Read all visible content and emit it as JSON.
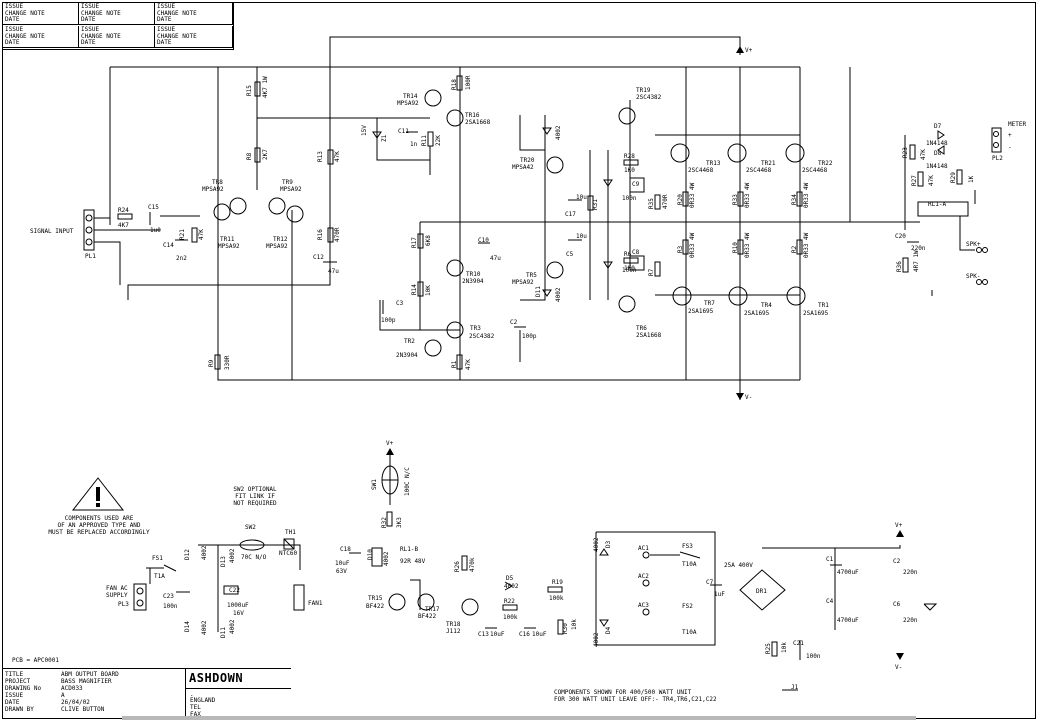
{
  "issue_table": [
    [
      "ISSUE",
      "CHANGE NOTE",
      "DATE"
    ],
    [
      "ISSUE",
      "CHANGE NOTE",
      "DATE"
    ],
    [
      "ISSUE",
      "CHANGE NOTE",
      "DATE"
    ],
    [
      "ISSUE",
      "CHANGE NOTE",
      "DATE"
    ],
    [
      "ISSUE",
      "CHANGE NOTE",
      "DATE"
    ],
    [
      "ISSUE",
      "CHANGE NOTE",
      "DATE"
    ]
  ],
  "title_block": {
    "labels": [
      "TITLE",
      "PROJECT",
      "DRAWING No",
      "ISSUE",
      "DATE",
      "DRAWN BY"
    ],
    "values": [
      "ABM OUTPUT BOARD",
      "BASS MAGNIFIER",
      "ACD033",
      "A",
      "26/04/02",
      "CLIVE BUTTON"
    ],
    "brand": "ASHDOWN",
    "address": [
      "ENGLAND",
      "TEL",
      "FAX"
    ]
  },
  "pcb": "PCB = APC0001",
  "warning": [
    "COMPONENTS USED ARE",
    "OF AN APPROVED TYPE AND",
    "MUST BE REPLACED ACCORDINGLY"
  ],
  "sw2_note": [
    "SW2 OPTIONAL",
    "FIT LINK IF",
    "NOT REQUIRED"
  ],
  "bottom_note": [
    "COMPONENTS SHOWN FOR 400/500 WATT UNIT",
    "FOR 300 WATT UNIT LEAVE OFF:- TR4,TR6,C21,C22"
  ],
  "labels": {
    "signal_input": "SIGNAL INPUT",
    "meter": "METER",
    "v_plus": "V+",
    "v_minus": "V-",
    "spk_plus": "SPK+",
    "spk_minus": "SPK-",
    "pl1": "PL1",
    "pl2": "PL2",
    "pl3": "PL3",
    "fan1": "FAN1",
    "fan_ac": "FAN AC",
    "supply": "SUPPLY"
  },
  "components": {
    "r24": "R24",
    "r24v": "4K7",
    "c15": "C15",
    "c15v": "1u0",
    "c14": "C14",
    "c14v": "2n2",
    "r21": "R21",
    "r21v": "47K",
    "tr8": "TR8",
    "tr8p": "MPSA92",
    "tr9": "TR9",
    "tr9p": "MPSA92",
    "tr11": "TR11",
    "tr11p": "MPSA92",
    "tr12": "TR12",
    "tr12p": "MPSA92",
    "r15": "R15",
    "r15v": "4K7 1W",
    "r8": "R8",
    "r8v": "2K7",
    "r13": "R13",
    "r13v": "47K",
    "r16": "R16",
    "r16v": "470R",
    "c12": "C12",
    "c12v": "47u",
    "tr14": "TR14",
    "tr14p": "MPSA92",
    "tr16": "TR16",
    "tr16p": "2SA1668",
    "r18": "R18",
    "r18v": "100R",
    "z1": "Z1",
    "z1v": "15V",
    "c11": "C11",
    "c11v": "1n",
    "r11": "R11",
    "r11v": "22K",
    "tr19": "TR19",
    "tr19p": "2SC4382",
    "tr20": "TR20",
    "tr20p": "MPSA42",
    "tr5": "TR5",
    "tr5p": "MPSA92",
    "tr13": "TR13",
    "tr13p": "2SC4468",
    "tr21": "TR21",
    "tr21p": "2SC4468",
    "tr22": "TR22",
    "tr22p": "2SC4468",
    "tr7": "TR7",
    "tr7p": "2SA1695",
    "tr4": "TR4",
    "tr4p": "2SA1695",
    "tr1": "TR1",
    "tr1p": "2SA1695",
    "tr6": "TR6",
    "tr6p": "2SA1668",
    "tr10": "TR10",
    "tr10p": "2N3904",
    "tr3": "TR3",
    "tr3p": "2SC4382",
    "tr2": "TR2",
    "tr2p": "2N3904",
    "r9": "R9",
    "r9v": "330R",
    "r1": "R1",
    "r1v": "47K",
    "c3": "C3",
    "c3v": "100p",
    "c2": "C2",
    "c2v": "100p",
    "c10": "C10",
    "c10v": "47u",
    "r17": "R17",
    "r17v": "6K8",
    "r14": "R14",
    "r14v": "10K",
    "r28": "R28",
    "r28v": "1K0",
    "r6": "R6",
    "r6v": "1K0",
    "c17": "C17",
    "c17v": "10u",
    "c5": "C5",
    "c5v": "10u",
    "c9": "C9",
    "c9v": "100n",
    "c8": "C8",
    "c8v": "100n",
    "r20": "R20",
    "r20v": "0R33 4W",
    "r33": "R33",
    "r33v": "0R33 4W",
    "r34": "R34",
    "r34v": "0R33 4W",
    "r3": "R3",
    "r3v": "0R33 4W",
    "r2": "R2",
    "r2v": "0R33 4W",
    "r10": "R10",
    "r10v": "0R33 4W",
    "r35": "R35",
    "r35v": "470R",
    "r7": "R7",
    "r7v": "470R",
    "d7": "D7",
    "d7v": "1N4148",
    "d8": "D8",
    "d8v": "1N4148",
    "r23": "R23",
    "r23v": "47K",
    "r27": "R27",
    "r27v": "47K",
    "r29": "R29",
    "r29v": "1K",
    "rl1a": "RL1-A",
    "c20": "C20",
    "c20v": "220n",
    "r36": "R36",
    "r36v": "4R7 1W",
    "sw1": "SW1",
    "sw1v": "100C N/C",
    "r32": "R32",
    "r32v": "3K3",
    "c18": "C18",
    "c18v": "10uF 63V",
    "d10": "D10",
    "d10v": "4002",
    "rl1b": "RL1-B",
    "rl1bv": "92R 48V",
    "tr15": "TR15",
    "tr15p": "BF422",
    "tr17": "TR17",
    "tr17p": "BF422",
    "r26": "R26",
    "r26v": "470k",
    "d5": "D5",
    "d5v": "4002",
    "r19": "R19",
    "r19v": "100k",
    "r22": "R22",
    "r22v": "100k",
    "tr18": "TR18",
    "tr18p": "J112",
    "c13": "C13",
    "c13v": "10uF",
    "c16": "C16",
    "c16v": "10uF",
    "r30": "R30",
    "r30v": "10k",
    "fs1": "FS1",
    "fs1v": "T1A",
    "fs2": "FS2",
    "fs2v": "T10A",
    "fs3": "FS3",
    "fs3v": "T10A",
    "sw2": "SW2",
    "sw2v": "70C N/O",
    "th1": "TH1",
    "th1v": "NTC60",
    "c23": "C23",
    "c23v": "100n",
    "c22": "C22",
    "c22v": "1000uF 16V",
    "d12": "D12",
    "d13": "D13",
    "d14": "D14",
    "d11": "D11",
    "dv": "4002",
    "ac1": "AC1",
    "ac2": "AC2",
    "ac3": "AC3",
    "c7": "C7",
    "c7v": "1uF",
    "dr1": "DR1",
    "dr1v": "25A 400V",
    "c1": "C1",
    "c1v": "4700uF",
    "c4": "C4",
    "c4v": "4700uF",
    "c2b": "C2",
    "c2bv": "220n",
    "c6": "C6",
    "c6v": "220n",
    "c21": "C21",
    "c21v": "100n",
    "r25": "R25",
    "r25v": "10k",
    "j1": "J1",
    "d3": "D3",
    "d4": "D4"
  }
}
